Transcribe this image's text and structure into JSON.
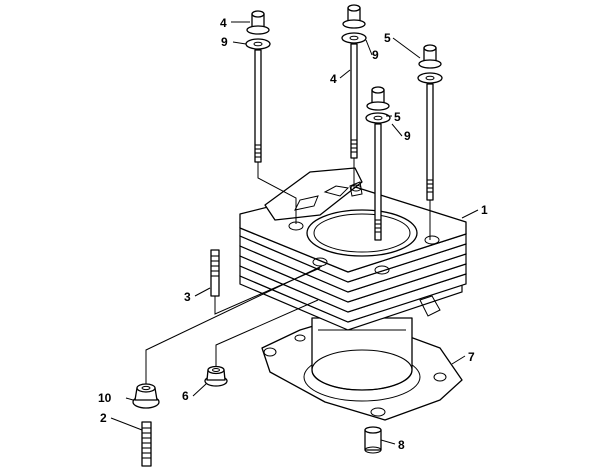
{
  "callouts": [
    {
      "id": "c1",
      "label": "1"
    },
    {
      "id": "c2",
      "label": "2"
    },
    {
      "id": "c3",
      "label": "3"
    },
    {
      "id": "c4a",
      "label": "4"
    },
    {
      "id": "c4b",
      "label": "4"
    },
    {
      "id": "c5a",
      "label": "5"
    },
    {
      "id": "c5b",
      "label": "5"
    },
    {
      "id": "c6",
      "label": "6"
    },
    {
      "id": "c7",
      "label": "7"
    },
    {
      "id": "c8",
      "label": "8"
    },
    {
      "id": "c9a",
      "label": "9"
    },
    {
      "id": "c9b",
      "label": "9"
    },
    {
      "id": "c9c",
      "label": "9"
    },
    {
      "id": "c10",
      "label": "10"
    }
  ]
}
